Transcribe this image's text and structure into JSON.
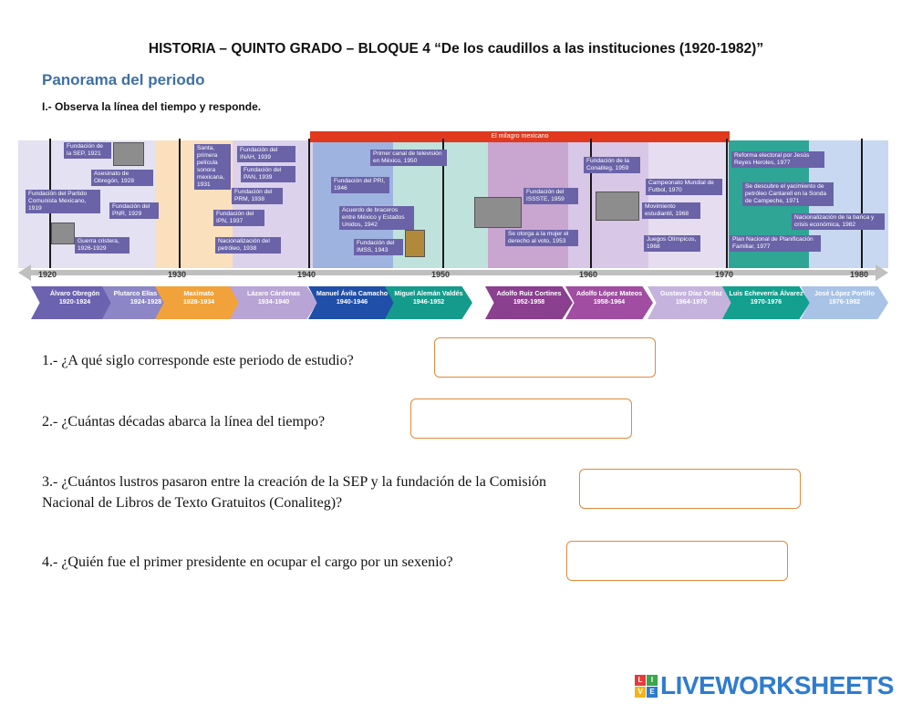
{
  "header": {
    "title": "HISTORIA – QUINTO GRADO – BLOQUE 4 “De los caudillos a las instituciones (1920-1982)”",
    "subtitle": "Panorama del periodo",
    "instruction": "I.- Observa la línea del tiempo y responde."
  },
  "timeline": {
    "milagro": "El milagro mexicano",
    "years": [
      "1920",
      "1930",
      "1940",
      "1950",
      "1960",
      "1970",
      "1980"
    ],
    "events": [
      "Fundación de la SEP, 1921",
      "Asesinato de Obregón, 1928",
      "Fundación del Partido Comunista Mexicano, 1919",
      "Fundación del PNR, 1929",
      "Guerra cristera, 1926-1929",
      "Santa, primera película sonora mexicana, 1931",
      "Fundación del INAH, 1939",
      "Fundación del PAN, 1939",
      "Fundación del PRM, 1938",
      "Fundación del IPN, 1937",
      "Nacionalización del petróleo, 1938",
      "Primer canal de televisión en México, 1950",
      "Fundación del PRI, 1946",
      "Acuerdo de braceros entre México y Estados Unidos, 1942",
      "Fundación del IMSS, 1943",
      "Fundación del ISSSTE, 1959",
      "Se otorga a la mujer el derecho al voto, 1953",
      "Fundación de la Conaliteg, 1959",
      "Campeonato Mundial de Futbol, 1970",
      "Movimiento estudiantil, 1968",
      "Juegos Olímpicos, 1968",
      "Reforma electoral por Jesús Reyes Heroles, 1977",
      "Se descubre el yacimiento de petróleo Cantarell en la Sonda de Campeche, 1971",
      "Nacionalización de la banca y crisis económica, 1982",
      "Plan Nacional de Planificación Familiar, 1977"
    ],
    "presidents": [
      {
        "name": "Álvaro Obregón",
        "years": "1920-1924",
        "color": "#6b62b0"
      },
      {
        "name": "Plutarco Elías Calles",
        "years": "1924-1928",
        "color": "#8c86c6"
      },
      {
        "name": "Maximato",
        "years": "1928-1934",
        "color": "#f2a23a"
      },
      {
        "name": "Lázaro Cárdenas",
        "years": "1934-1940",
        "color": "#b9a4d6"
      },
      {
        "name": "Manuel Ávila Camacho",
        "years": "1940-1946",
        "color": "#1f4fa8"
      },
      {
        "name": "Miguel Alemán Valdés",
        "years": "1946-1952",
        "color": "#159b8b"
      },
      {
        "name": "Adolfo Ruiz Cortines",
        "years": "1952-1958",
        "color": "#8a3f8f"
      },
      {
        "name": "Adolfo López Mateos",
        "years": "1958-1964",
        "color": "#a04da2"
      },
      {
        "name": "Gustavo Díaz Ordaz",
        "years": "1964-1970",
        "color": "#c5b3de"
      },
      {
        "name": "Luis Echeverría Álvarez",
        "years": "1970-1976",
        "color": "#13a08e"
      },
      {
        "name": "José López Portillo",
        "years": "1976-1982",
        "color": "#a9c3e6"
      }
    ]
  },
  "questions": [
    {
      "text": "1.- ¿A qué siglo corresponde este periodo de estudio?"
    },
    {
      "text": "2.- ¿Cuántas décadas abarca la línea del tiempo?"
    },
    {
      "text": "3.- ¿Cuántos lustros pasaron entre la creación de la SEP y la fundación de la Comisión Nacional de Libros de Texto Gratuitos (Conaliteg)?"
    },
    {
      "text": "4.- ¿Quién fue el primer presidente en ocupar el cargo por un sexenio?"
    }
  ],
  "footer": {
    "logo_text": "LIVEWORKSHEETS",
    "logo_letters": [
      "L",
      "I",
      "V",
      "E"
    ],
    "logo_colors": [
      "#e63b3b",
      "#3aa54a",
      "#f2b61c",
      "#2f7ccf"
    ]
  }
}
